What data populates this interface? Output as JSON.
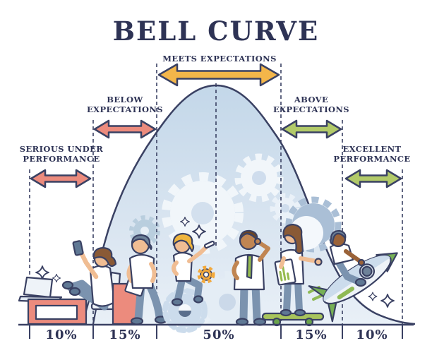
{
  "title": "BELL CURVE",
  "colors": {
    "outline_navy": "#3a4163",
    "text_navy": "#2e3355",
    "arrow_red": "#ec8b7d",
    "arrow_yellow": "#f3b64a",
    "arrow_green": "#b2ca69",
    "curve_fill_top": "#c3d7e9",
    "curve_fill_bottom": "#e9f0f7"
  },
  "bands": [
    {
      "id": "serious-under-performance",
      "line1": "SERIOUS UNDER",
      "line2": "PERFORMANCE",
      "percent": "10%",
      "arrow_color": "#ec8b7d"
    },
    {
      "id": "below-expectations",
      "line1": "BELOW",
      "line2": "EXPECTATIONS",
      "percent": "15%",
      "arrow_color": "#ec8b7d"
    },
    {
      "id": "meets-expectations",
      "line1": "MEETS EXPECTATIONS",
      "line2": "",
      "percent": "50%",
      "arrow_color": "#f3b64a"
    },
    {
      "id": "above-expectations",
      "line1": "ABOVE",
      "line2": "EXPECTATIONS",
      "percent": "15%",
      "arrow_color": "#b2ca69"
    },
    {
      "id": "excellent-performance",
      "line1": "EXCELLENT",
      "line2": "PERFORMANCE",
      "percent": "10%",
      "arrow_color": "#b2ca69"
    }
  ],
  "chart_data": {
    "type": "area",
    "title": "BELL CURVE",
    "categories": [
      "SERIOUS UNDER PERFORMANCE",
      "BELOW EXPECTATIONS",
      "MEETS EXPECTATIONS",
      "ABOVE EXPECTATIONS",
      "EXCELLENT PERFORMANCE"
    ],
    "values": [
      10,
      15,
      50,
      15,
      10
    ],
    "unit": "%",
    "xlabel": "",
    "ylabel": "",
    "legend": "none",
    "grid": "off",
    "notes": "Gaussian bell curve over 5 performance bands; band boundaries marked with vertical dashed lines and double-headed arrows"
  },
  "illustration": {
    "figures": [
      "employee reclining with phone at laptop desk",
      "employee holding clipboard behind back",
      "employee climbing a gear holding pencil",
      "employee with tie shielding eyes looking ahead",
      "employee on skateboard holding chart clipboard",
      "employee flying on rocket"
    ],
    "objects": [
      "laptop",
      "smartphone",
      "desk",
      "chair",
      "clipboards",
      "gears",
      "skateboard",
      "rocket",
      "sparkles"
    ]
  }
}
